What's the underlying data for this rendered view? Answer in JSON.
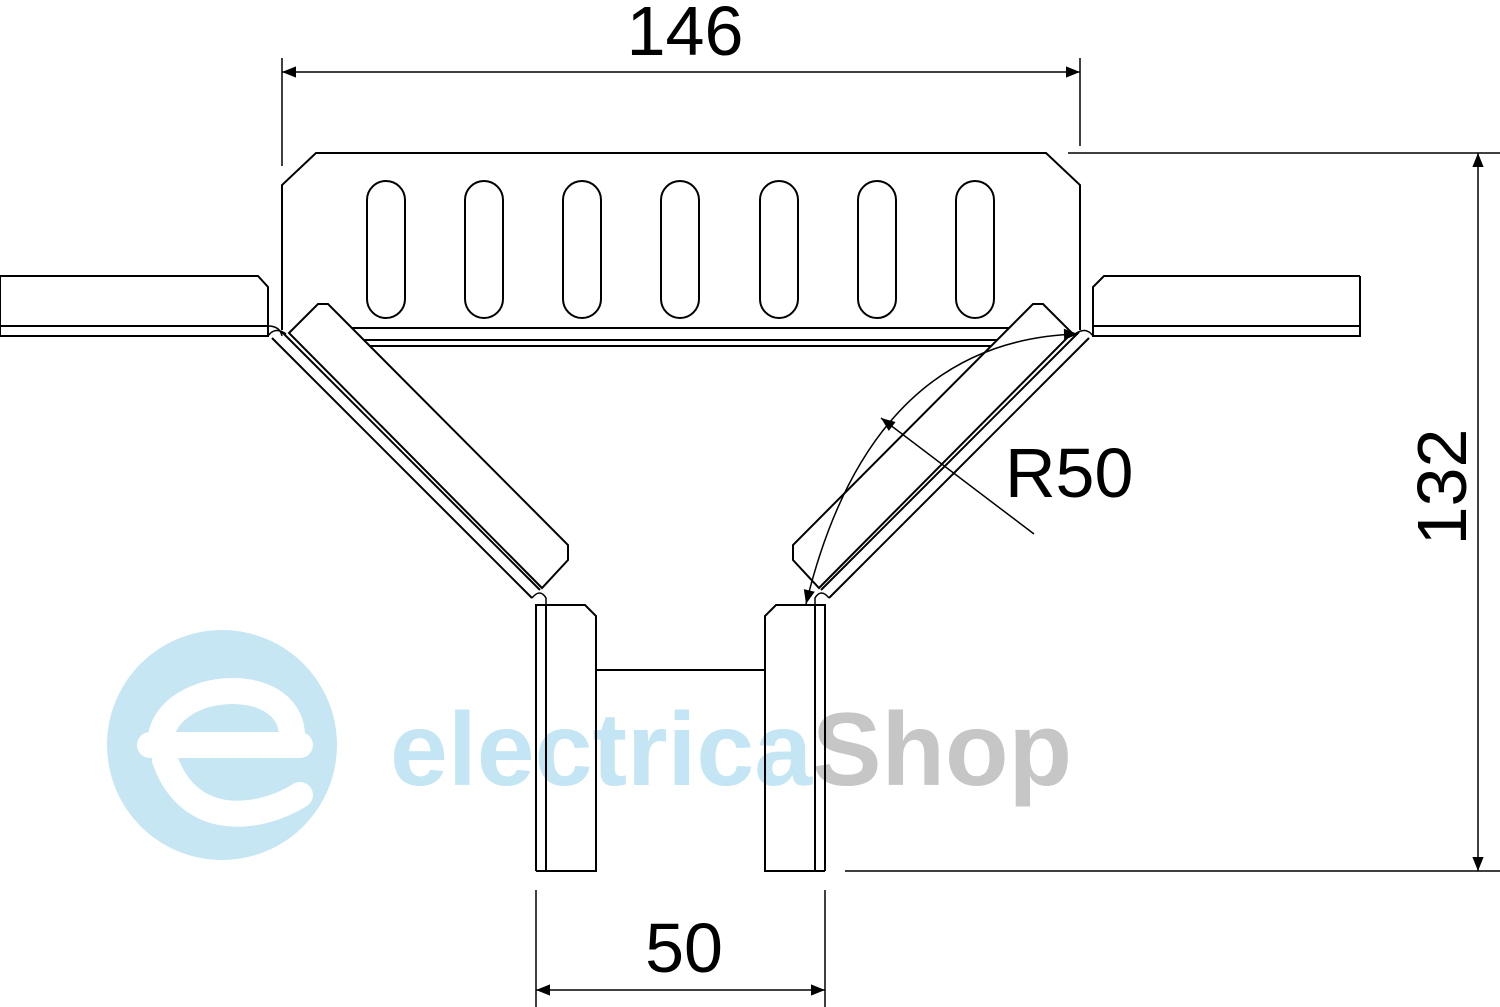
{
  "dimensions": {
    "top_width": "146",
    "height": "132",
    "bottom_width": "50",
    "radius": "R50"
  },
  "watermark": {
    "part1": "electrica",
    "part2": "Shop",
    "color_blue": "#c3e5f4",
    "color_gray": "#c6c6c6"
  }
}
